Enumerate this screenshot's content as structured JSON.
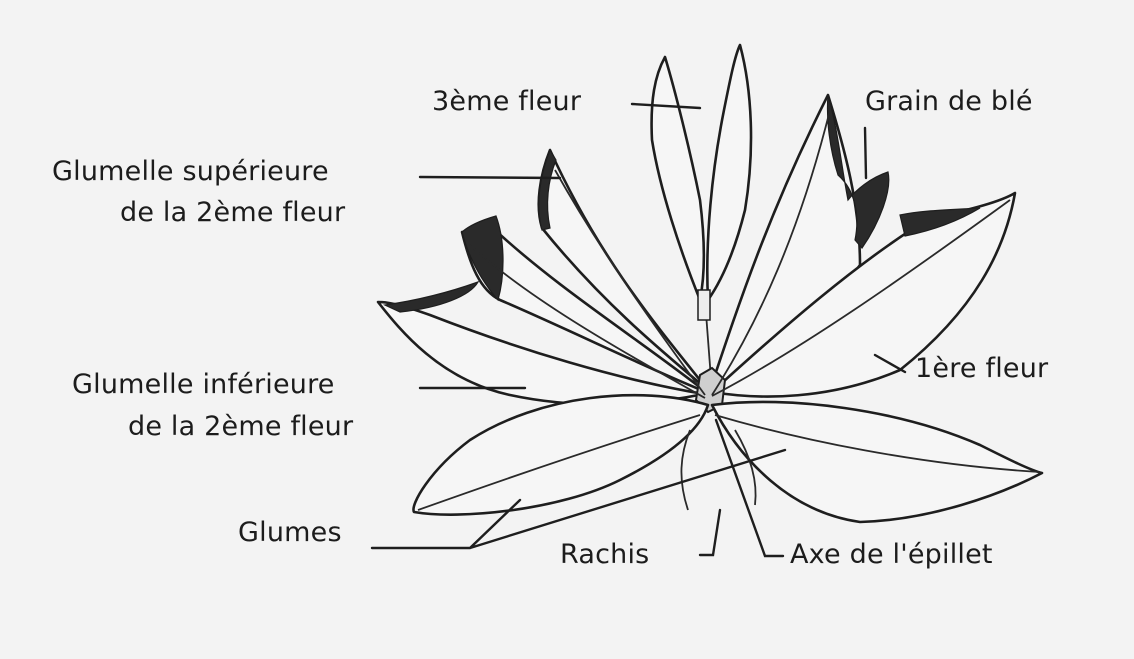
{
  "labels": {
    "third_flower": "3ème fleur",
    "wheat_grain": "Grain de blé",
    "upper_palea_line1": "Glumelle supérieure",
    "upper_palea_line2": "de la 2ème fleur",
    "first_flower": "1ère fleur",
    "lower_lemma_line1": "Glumelle inférieure",
    "lower_lemma_line2": "de la 2ème fleur",
    "glumes": "Glumes",
    "rachis": "Rachis",
    "spikelet_axis": "Axe de l'épillet"
  },
  "colors": {
    "background": "#f3f3f3",
    "ink": "#1e1e1e",
    "petal_fill": "#f6f6f6"
  }
}
